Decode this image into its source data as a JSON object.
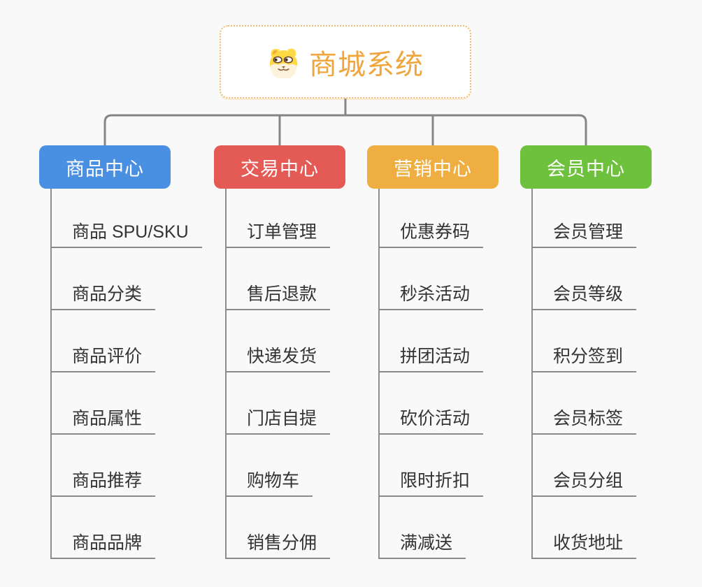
{
  "root": {
    "title": "商城系统",
    "icon": "dog-icon"
  },
  "branches": [
    {
      "label": "商品中心",
      "color": "#4A90E2",
      "items": [
        "商品 SPU/SKU",
        "商品分类",
        "商品评价",
        "商品属性",
        "商品推荐",
        "商品品牌"
      ]
    },
    {
      "label": "交易中心",
      "color": "#E45B56",
      "items": [
        "订单管理",
        "售后退款",
        "快递发货",
        "门店自提",
        "购物车",
        "销售分佣"
      ]
    },
    {
      "label": "营销中心",
      "color": "#EEAE41",
      "items": [
        "优惠券码",
        "秒杀活动",
        "拼团活动",
        "砍价活动",
        "限时折扣",
        "满减送"
      ]
    },
    {
      "label": "会员中心",
      "color": "#6EC13C",
      "items": [
        "会员管理",
        "会员等级",
        "积分签到",
        "会员标签",
        "会员分组",
        "收货地址"
      ]
    }
  ],
  "palette": {
    "background": "#F9F9F9",
    "connector": "#858585",
    "branch_line": "#8E8E8E",
    "item_underline": "#8A8A8A",
    "item_text": "#333333",
    "node_text": "#FFFFFF",
    "root_border": "#F0BA75",
    "root_text": "#F0A53D"
  }
}
